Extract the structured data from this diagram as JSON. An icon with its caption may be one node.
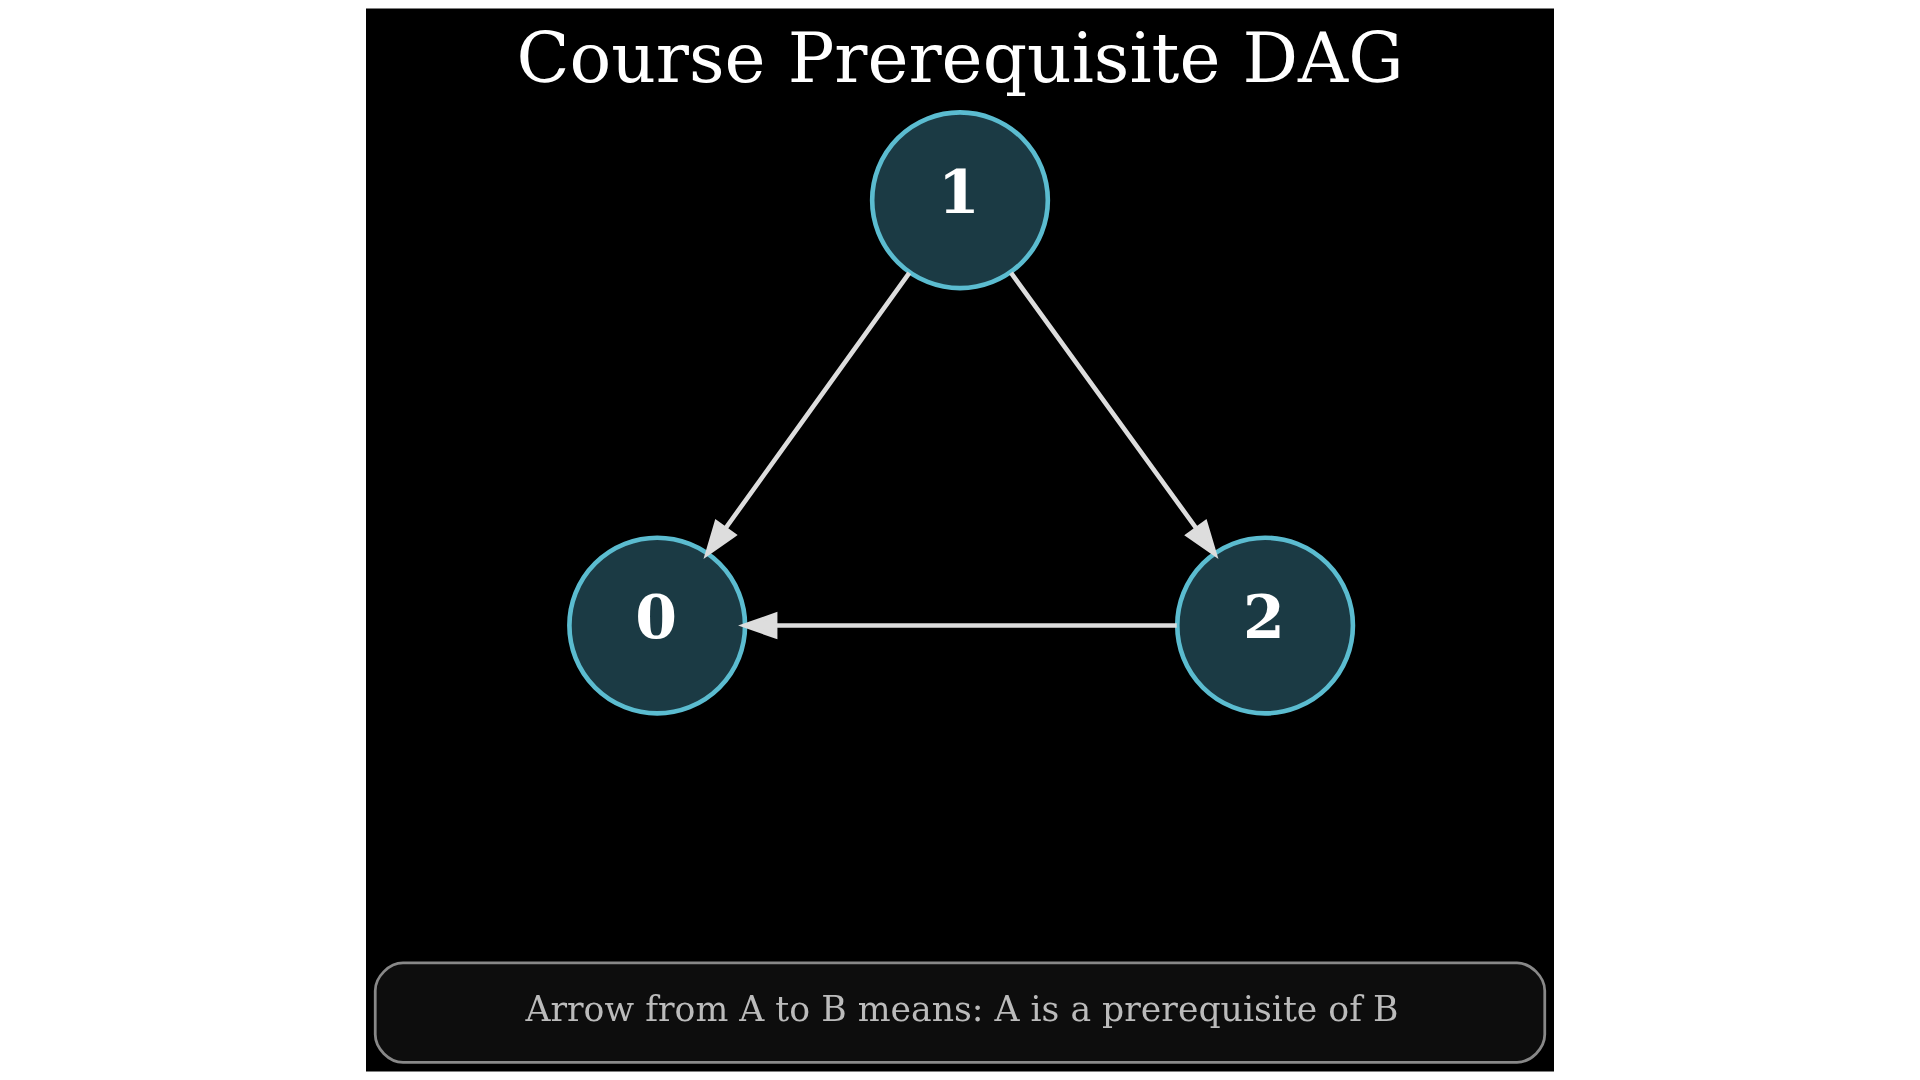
{
  "diagram": {
    "title": "Course Prerequisite DAG",
    "nodes": [
      {
        "text": [
          "1"
        ]
      },
      {
        "text": [
          "0"
        ]
      },
      {
        "text": [
          "2"
        ]
      },
      {
        "text": [
          "Arrow from A to B means: A is a prerequisite of B"
        ]
      }
    ],
    "edges": [
      {
        "from": 0,
        "to": 1,
        "arrow": "to"
      },
      {
        "from": 0,
        "to": 2,
        "arrow": "to"
      },
      {
        "from": 2,
        "to": 1,
        "arrow": "to"
      }
    ]
  }
}
